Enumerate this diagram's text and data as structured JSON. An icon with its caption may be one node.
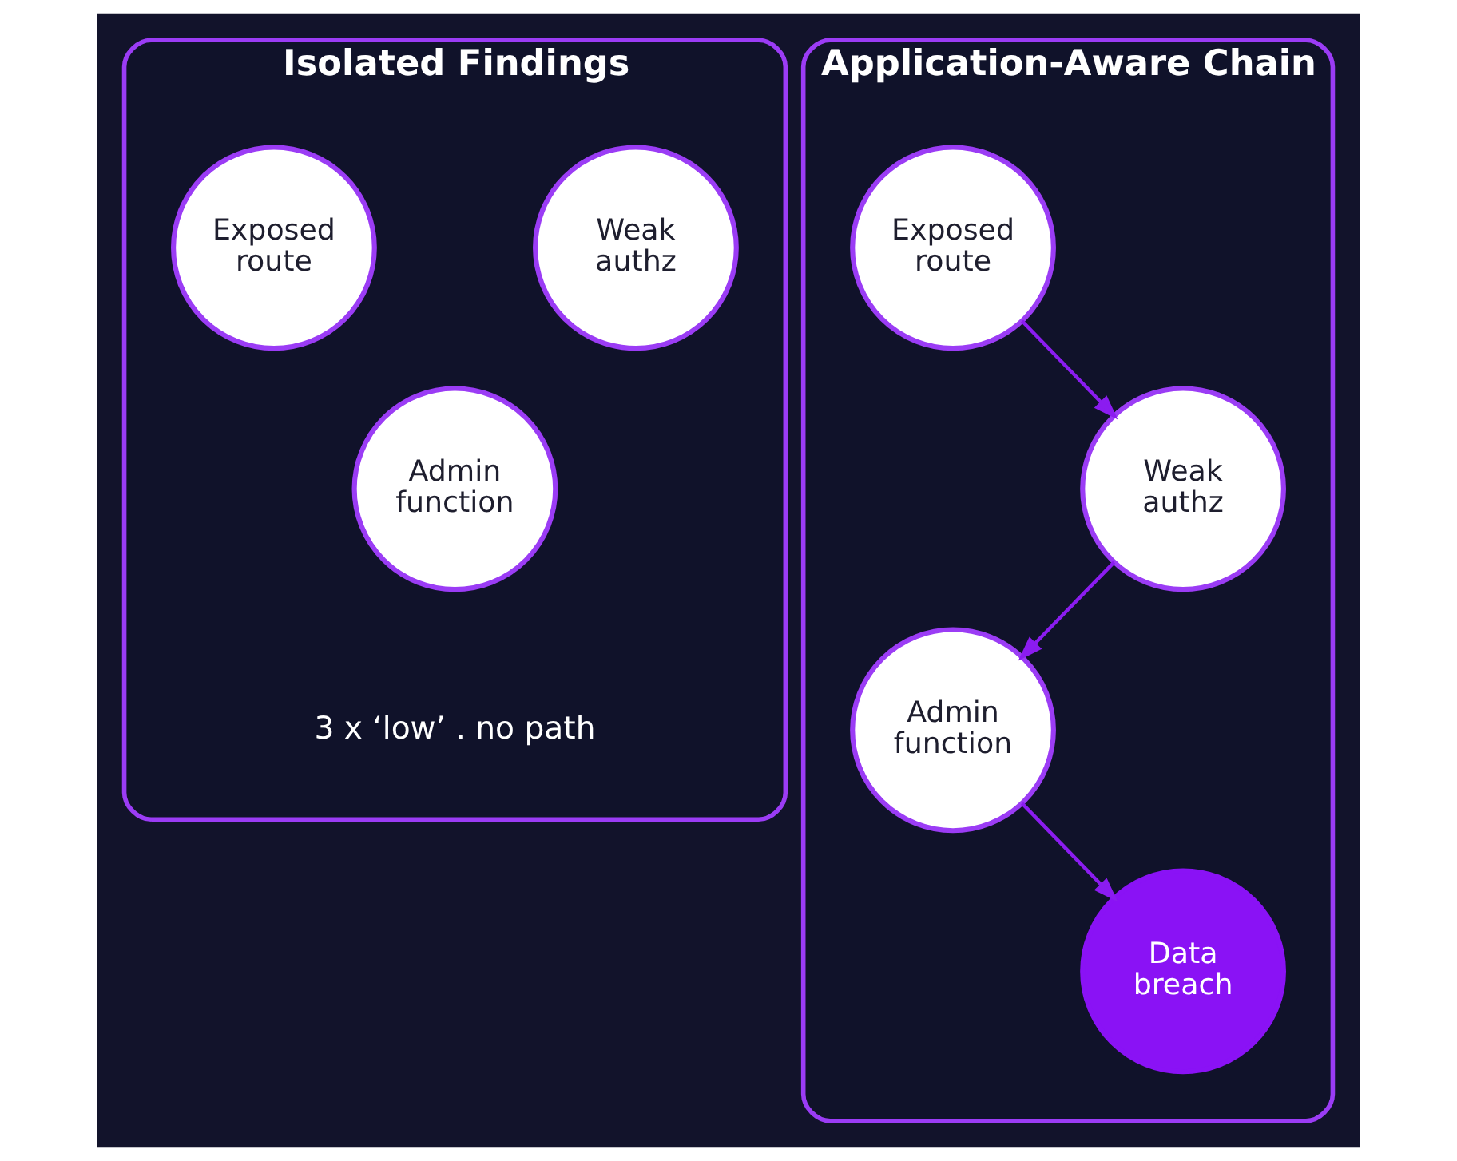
{
  "diagram": {
    "nodes": [
      {
        "text": [
          "Isolated Findings"
        ]
      },
      {
        "text": [
          "Exposed route"
        ],
        "in": 0
      },
      {
        "text": [
          "Weak authz"
        ],
        "in": 0
      },
      {
        "text": [
          "Admin function"
        ],
        "in": 0
      },
      {
        "text": [
          "Application-Aware Chain"
        ]
      },
      {
        "text": [
          "Exposed route"
        ],
        "in": 4
      },
      {
        "text": [
          "Weak authz"
        ],
        "in": 4
      },
      {
        "text": [
          "Admin function"
        ],
        "in": 4
      },
      {
        "text": [
          "Data breach"
        ],
        "in": 4
      }
    ],
    "edges": [
      {
        "from": 5,
        "to": 6,
        "arrow": "to"
      },
      {
        "from": 6,
        "to": 7,
        "arrow": "to"
      },
      {
        "from": 7,
        "to": 8,
        "arrow": "to"
      }
    ],
    "labels": [
      "3 x ‘low’ . no path"
    ]
  }
}
